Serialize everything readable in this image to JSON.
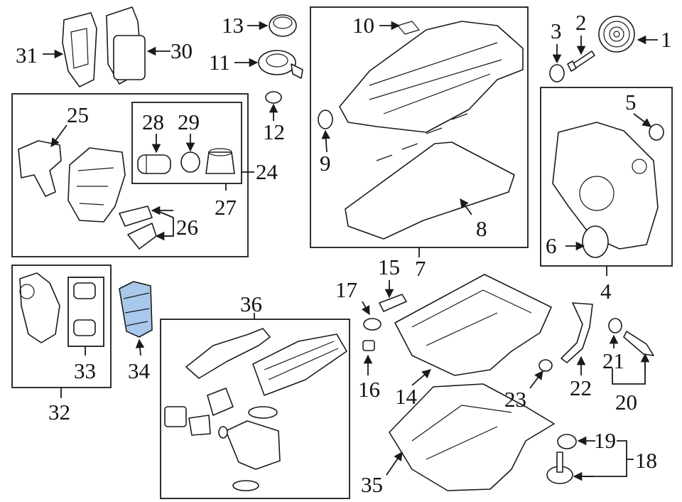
{
  "highlight_color": "#a9c9ec",
  "callouts": {
    "c1": "1",
    "c2": "2",
    "c3": "3",
    "c4": "4",
    "c5": "5",
    "c6": "6",
    "c7": "7",
    "c8": "8",
    "c9": "9",
    "c10": "10",
    "c11": "11",
    "c12": "12",
    "c13": "13",
    "c14": "14",
    "c15": "15",
    "c16": "16",
    "c17": "17",
    "c18": "18",
    "c19": "19",
    "c20": "20",
    "c21": "21",
    "c22": "22",
    "c23": "23",
    "c24": "24",
    "c25": "25",
    "c26": "26",
    "c27": "27",
    "c28": "28",
    "c29": "29",
    "c30": "30",
    "c31": "31",
    "c32": "32",
    "c33": "33",
    "c34": "34",
    "c35": "35",
    "c36": "36"
  },
  "highlighted_part": "34"
}
